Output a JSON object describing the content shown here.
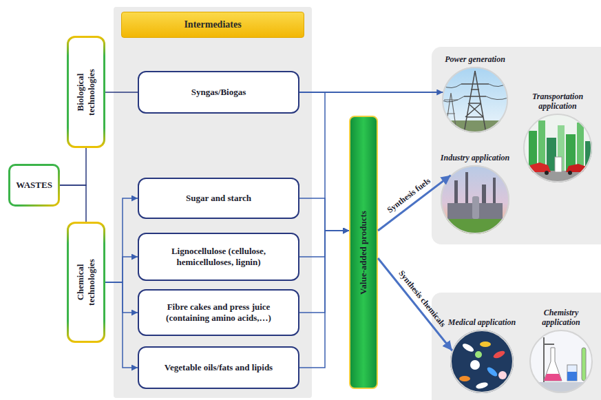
{
  "diagram": {
    "nodes": [
      {
        "text": [
          "WASTES"
        ]
      },
      {
        "text": [
          "Biological technologies"
        ]
      },
      {
        "text": [
          "Chemical technologies"
        ]
      },
      {
        "text": [
          "Intermediates"
        ]
      },
      {
        "text": [
          "Syngas/Biogas"
        ],
        "in": 3
      },
      {
        "text": [
          "Sugar and starch"
        ],
        "in": 3
      },
      {
        "text": [
          "Lignocellulose (cellulose, hemicelluloses, lignin)"
        ],
        "in": 3
      },
      {
        "text": [
          "Fibre cakes and press juice (containing amino acids,…)"
        ],
        "in": 3
      },
      {
        "text": [
          "Vegetable oils/fats and lipids"
        ],
        "in": 3
      },
      {
        "text": [
          "Value-added products"
        ]
      },
      {
        "text": [
          "Power generation"
        ]
      },
      {
        "text": [
          "Transportation application"
        ]
      },
      {
        "text": [
          "Industry application"
        ]
      },
      {
        "text": [
          "Medical application"
        ]
      },
      {
        "text": [
          "Chemistry application"
        ]
      }
    ],
    "edges": [
      {
        "from": 0,
        "to": 1,
        "arrow": "none"
      },
      {
        "from": 0,
        "to": 2,
        "arrow": "none"
      },
      {
        "from": 1,
        "to": 4,
        "arrow": "none"
      },
      {
        "from": 2,
        "to": 5,
        "arrow": "to"
      },
      {
        "from": 2,
        "to": 6,
        "arrow": "to"
      },
      {
        "from": 2,
        "to": 7,
        "arrow": "to"
      },
      {
        "from": 2,
        "to": 8,
        "arrow": "to"
      },
      {
        "from": 4,
        "to": 10,
        "arrow": "to"
      },
      {
        "from": 4,
        "to": 9,
        "arrow": "to"
      },
      {
        "from": 5,
        "to": 9,
        "arrow": "to"
      },
      {
        "from": 6,
        "to": 9,
        "arrow": "to"
      },
      {
        "from": 7,
        "to": 9,
        "arrow": "to"
      },
      {
        "from": 8,
        "to": 9,
        "arrow": "to"
      },
      {
        "from": 9,
        "to": 12,
        "arrow": "to",
        "label": "Synthesis fuels"
      },
      {
        "from": 9,
        "to": 13,
        "arrow": "to",
        "label": "Synthesis chemicals"
      }
    ]
  }
}
